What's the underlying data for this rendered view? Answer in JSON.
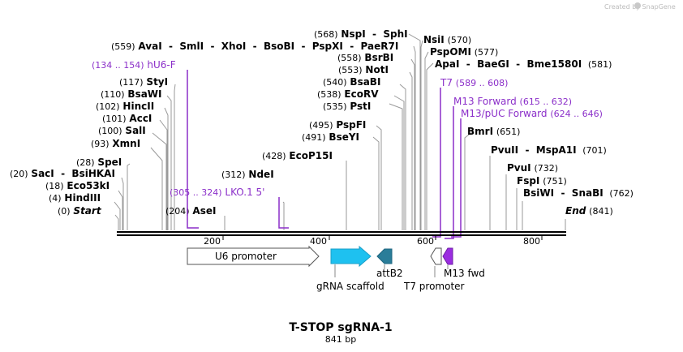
{
  "watermark": "Created by SnapGene",
  "title": "T-STOP sgRNA-1",
  "subtitle": "841 bp",
  "colors": {
    "primer": "#8b2fc9",
    "feature_blue": "#1ec1f0",
    "feature_teal": "#2a7d99"
  },
  "sites": [
    {
      "pos": "(0)",
      "name": "Start",
      "italic": true
    },
    {
      "pos": "(4)",
      "name": "HindIII"
    },
    {
      "pos": "(18)",
      "name": "Eco53kI"
    },
    {
      "pos": "(20)",
      "name": "SacI  -  BsiHKAI"
    },
    {
      "pos": "(28)",
      "name": "SpeI"
    },
    {
      "pos": "(93)",
      "name": "XmnI"
    },
    {
      "pos": "(100)",
      "name": "SalI"
    },
    {
      "pos": "(101)",
      "name": "AccI"
    },
    {
      "pos": "(102)",
      "name": "HincII"
    },
    {
      "pos": "(110)",
      "name": "BsaWI"
    },
    {
      "pos": "(117)",
      "name": "StyI"
    },
    {
      "pos": "(204)",
      "name": "AseI"
    },
    {
      "pos": "(312)",
      "name": "NdeI"
    },
    {
      "pos": "(428)",
      "name": "EcoP15I"
    },
    {
      "pos": "(491)",
      "name": "BseYI"
    },
    {
      "pos": "(495)",
      "name": "PspFI"
    },
    {
      "pos": "(535)",
      "name": "PstI"
    },
    {
      "pos": "(538)",
      "name": "EcoRV"
    },
    {
      "pos": "(540)",
      "name": "BsaBI"
    },
    {
      "pos": "(553)",
      "name": "NotI"
    },
    {
      "pos": "(558)",
      "name": "BsrBI"
    },
    {
      "pos": "(559)",
      "name": "AvaI  -  SmlI  -  XhoI  -  BsoBI  -  PspXI  -  PaeR7I"
    },
    {
      "pos": "(568)",
      "name": "NspI  -  SphI"
    },
    {
      "pos": "(570)",
      "name": "NsiI"
    },
    {
      "pos": "(577)",
      "name": "PspOMI"
    },
    {
      "pos": "(581)",
      "name": "ApaI  -  BaeGI  -  Bme1580I"
    },
    {
      "pos": "(651)",
      "name": "BmrI"
    },
    {
      "pos": "(701)",
      "name": "PvuII  -  MspA1I"
    },
    {
      "pos": "(732)",
      "name": "PvuI"
    },
    {
      "pos": "(751)",
      "name": "FspI"
    },
    {
      "pos": "(762)",
      "name": "BsiWI  -  SnaBI"
    },
    {
      "pos": "(841)",
      "name": "End",
      "italic": true
    }
  ],
  "primers": [
    {
      "name": "hU6-F",
      "range": "(134 .. 154)"
    },
    {
      "name": "LKO.1 5'",
      "range": "(305 .. 324)"
    },
    {
      "name": "T7",
      "range": "(589 .. 608)"
    },
    {
      "name": "M13 Forward",
      "range": "(615 .. 632)"
    },
    {
      "name": "M13/pUC Forward",
      "range": "(624 .. 646)"
    }
  ],
  "ruler": [
    "200",
    "400",
    "600",
    "800"
  ],
  "features": [
    {
      "name": "U6 promoter"
    },
    {
      "name": "gRNA scaffold"
    },
    {
      "name": "attB2"
    },
    {
      "name": "T7 promoter"
    },
    {
      "name": "M13 fwd"
    }
  ]
}
